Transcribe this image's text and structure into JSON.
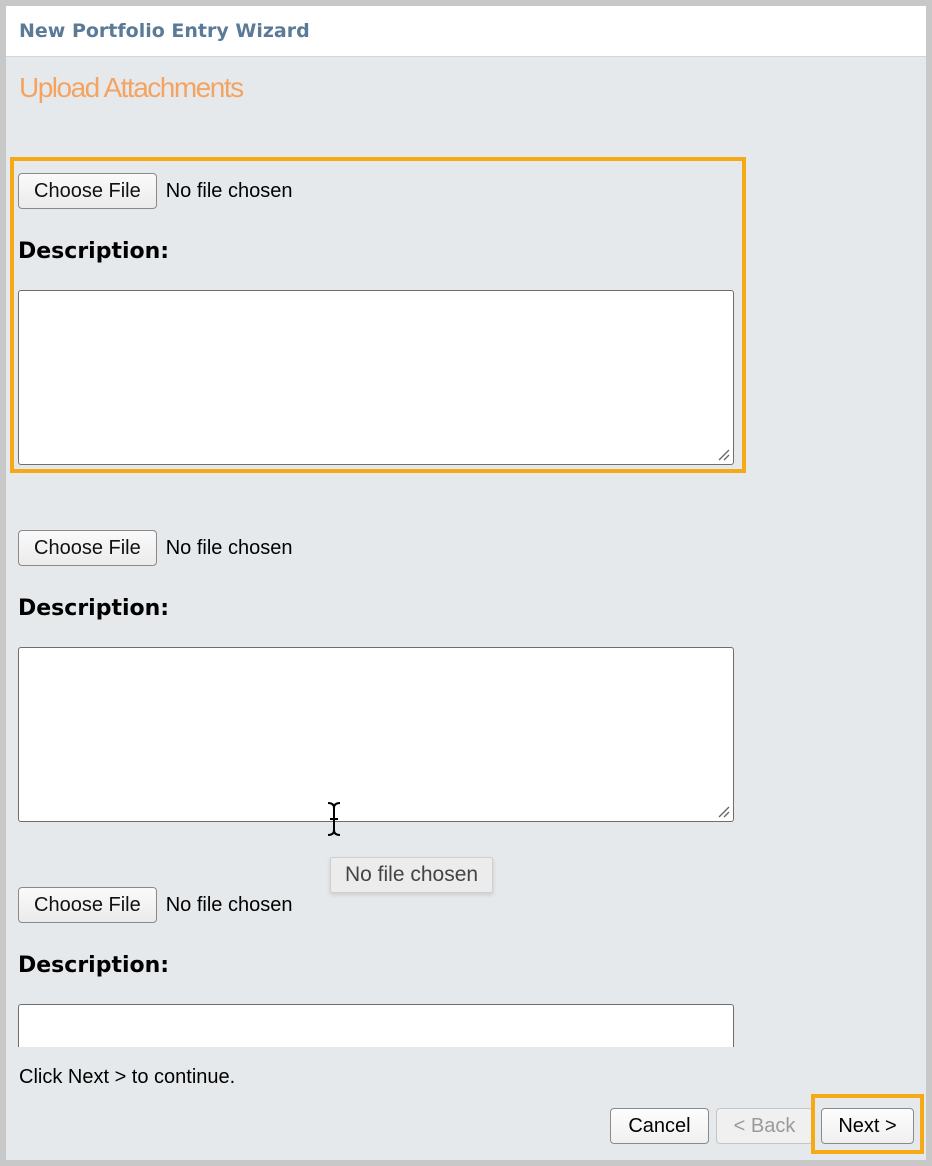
{
  "window": {
    "title": "New Portfolio Entry Wizard"
  },
  "step": {
    "title": "Upload Attachments"
  },
  "attachments": [
    {
      "choose_label": "Choose File",
      "file_status": "No file chosen",
      "description_label": "Description:",
      "description_value": ""
    },
    {
      "choose_label": "Choose File",
      "file_status": "No file chosen",
      "description_label": "Description:",
      "description_value": ""
    },
    {
      "choose_label": "Choose File",
      "file_status": "No file chosen",
      "description_label": "Description:",
      "description_value": ""
    }
  ],
  "tooltip": {
    "text": "No file chosen"
  },
  "footer": {
    "hint": "Click Next > to continue.",
    "cancel_label": "Cancel",
    "back_label": "< Back",
    "next_label": "Next >"
  },
  "colors": {
    "title": "#5b7a98",
    "step_title": "#f4a460",
    "highlight": "#f5a915",
    "background": "#e6e9ec"
  }
}
